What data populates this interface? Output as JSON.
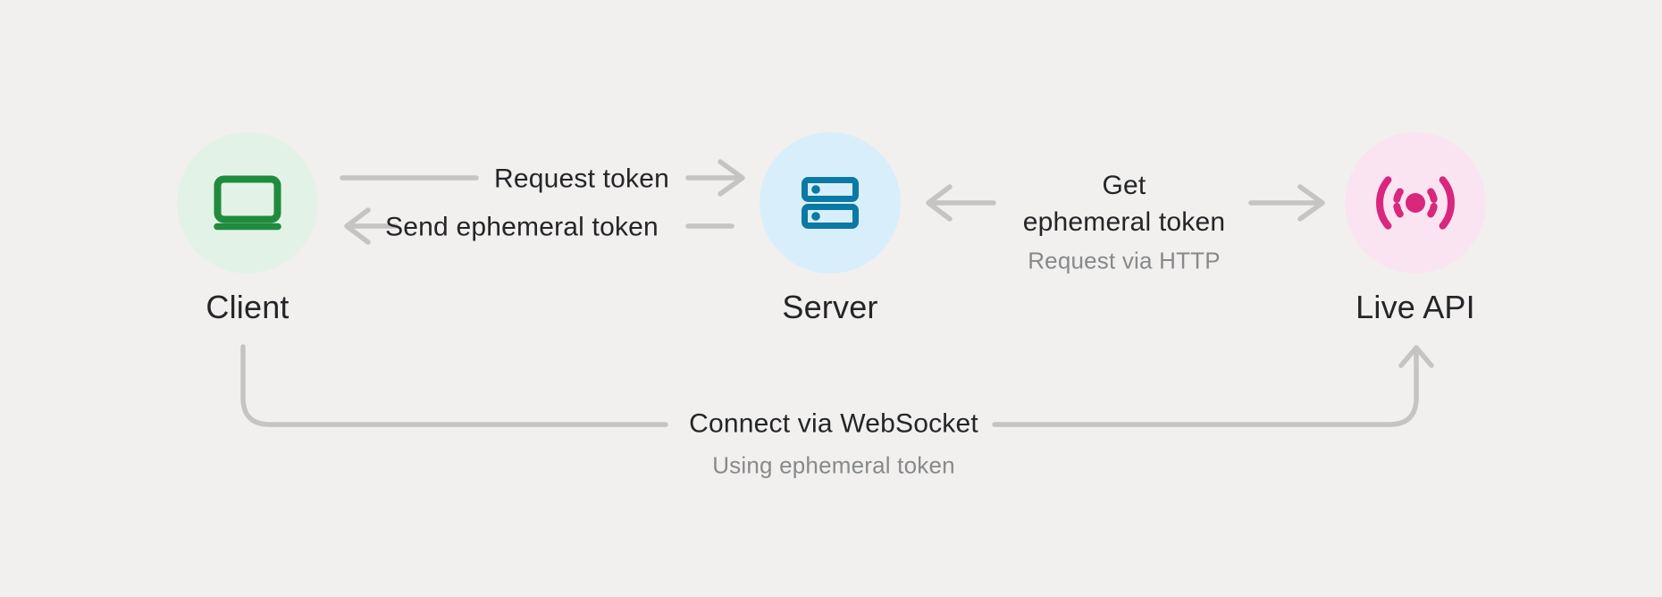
{
  "canvas": {
    "background": "#F1F0EE",
    "connector_color": "#C5C4C2",
    "label_color": "#242528",
    "sublabel_color": "#87898C"
  },
  "nodes": [
    {
      "id": "client",
      "label": "Client",
      "icon": "laptop-icon",
      "circle_color": "#E3F2E7",
      "icon_color": "#1F8C3D"
    },
    {
      "id": "server",
      "label": "Server",
      "icon": "server-icon",
      "circle_color": "#D8EEFB",
      "icon_color": "#0A79A3"
    },
    {
      "id": "live_api",
      "label": "Live API",
      "icon": "broadcast-icon",
      "circle_color": "#FBE4F1",
      "icon_color": "#D8277C"
    }
  ],
  "edges": {
    "request_token": {
      "label": "Request token"
    },
    "send_ephemeral_token": {
      "label": "Send ephemeral token"
    },
    "get_ephemeral_token": {
      "label": "Get\nephemeral token",
      "sublabel": "Request via HTTP"
    },
    "connect_websocket": {
      "label": "Connect via WebSocket",
      "sublabel": "Using ephemeral token"
    }
  }
}
